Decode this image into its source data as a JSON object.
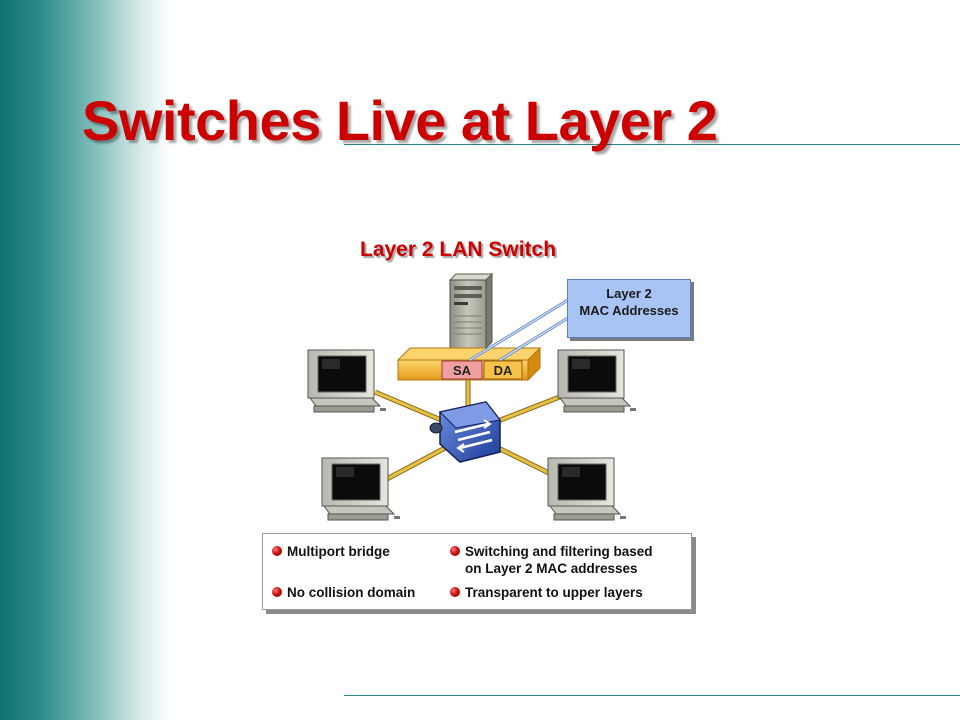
{
  "slide": {
    "title": "Switches Live at Layer 2"
  },
  "diagram": {
    "title": "Layer 2 LAN Switch",
    "frame_labels": {
      "source": "SA",
      "destination": "DA"
    },
    "callout": {
      "line1": "Layer 2",
      "line2": "MAC Addresses"
    },
    "colors": {
      "title_red": "#cc0000",
      "frame_orange": "#f5b83a",
      "callout_blue": "#a8c4f4",
      "switch_blue": "#3355bb",
      "cable_yellow": "#e8c040"
    }
  },
  "info": {
    "items": [
      {
        "line1": "Multiport bridge"
      },
      {
        "line1": "Switching and filtering based",
        "line2": "on Layer 2 MAC addresses"
      },
      {
        "line1": "No collision domain"
      },
      {
        "line1": "Transparent to upper layers"
      }
    ]
  }
}
